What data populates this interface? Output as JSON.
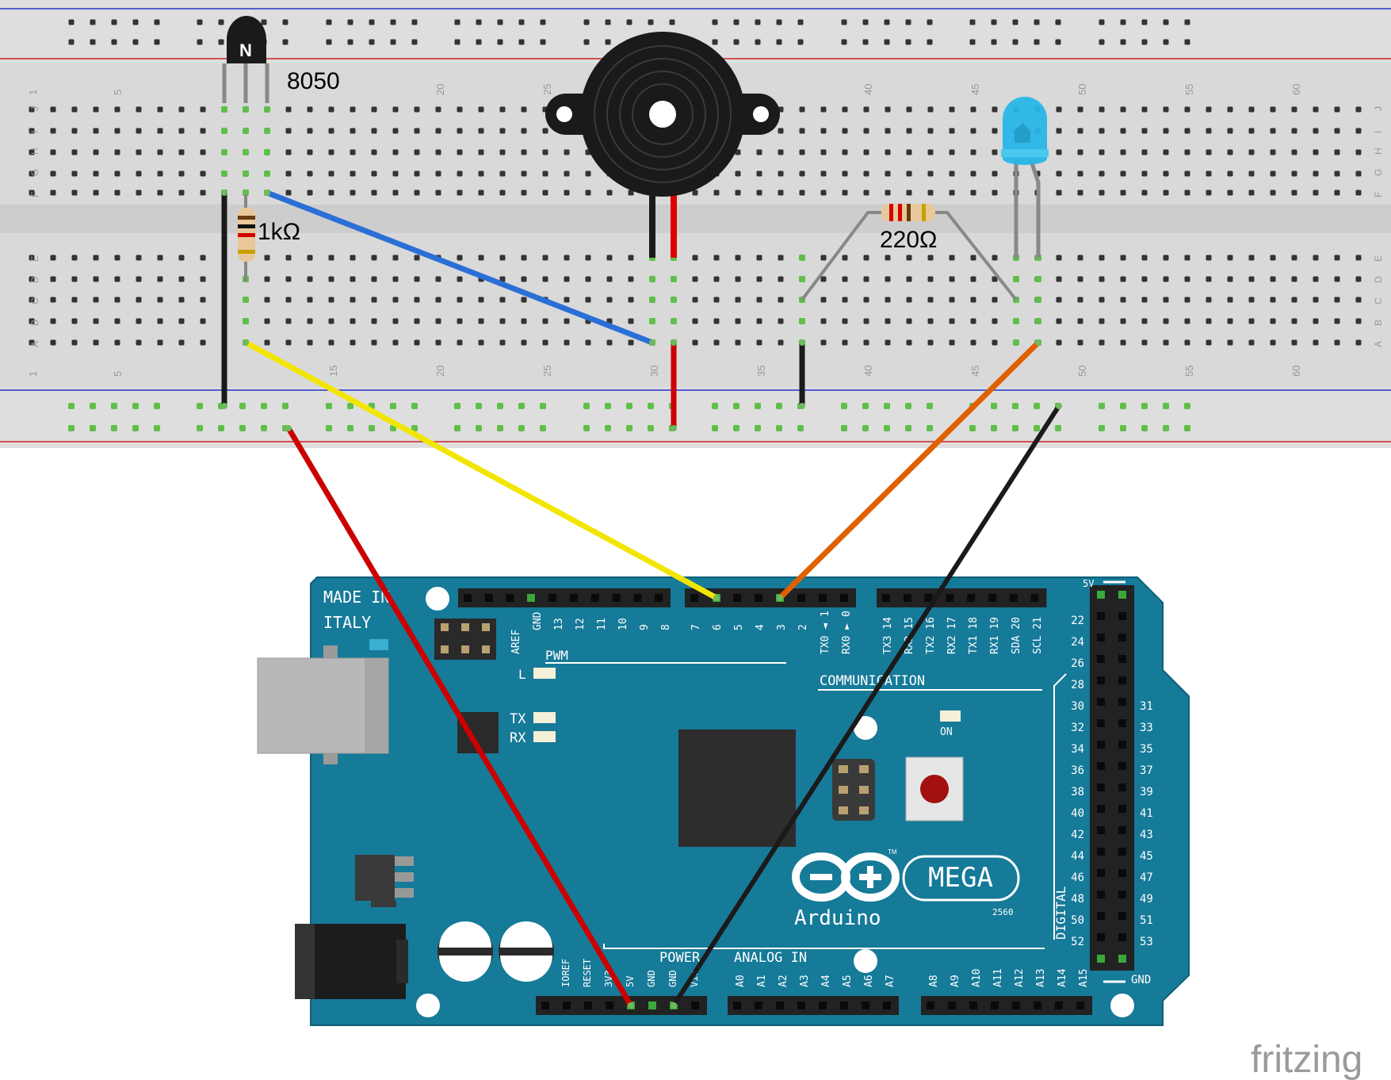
{
  "labels": {
    "transistor": "8050",
    "transistor_mark": "N",
    "resistor_1": "1kΩ",
    "resistor_2": "220Ω",
    "watermark": "fritzing"
  },
  "breadboard": {
    "columns_top": [
      "1",
      "5",
      "20",
      "25",
      "40",
      "45",
      "50",
      "55",
      "60"
    ],
    "columns_bottom": [
      "1",
      "5",
      "15",
      "20",
      "25",
      "30",
      "35",
      "40",
      "45",
      "50",
      "55",
      "60"
    ],
    "rows_top": [
      "J",
      "I",
      "H",
      "G",
      "F"
    ],
    "rows_bottom": [
      "E",
      "D",
      "C",
      "B",
      "A"
    ]
  },
  "board": {
    "made_in_1": "MADE IN",
    "made_in_2": "ITALY",
    "pwm": "PWM",
    "communication": "COMMUNICATION",
    "led_l": "L",
    "led_tx": "TX",
    "led_rx": "RX",
    "led_on": "ON",
    "power": "POWER",
    "analog_in": "ANALOG IN",
    "digital": "DIGITAL",
    "logo_name": "Arduino",
    "model": "MEGA",
    "model_number": "2560",
    "tm": "TM",
    "pin_5v_top": "5V",
    "pin_gnd_right": "GND",
    "top_header_pins": [
      "AREF",
      "GND",
      "13",
      "12",
      "11",
      "10",
      "9",
      "8",
      "7",
      "6",
      "5",
      "4",
      "3",
      "2",
      "TX0 ◄ 1",
      "RX0 ► 0",
      "TX3 14",
      "RX3 15",
      "TX2 16",
      "RX2 17",
      "TX1 18",
      "RX1 19",
      "SDA 20",
      "SCL 21"
    ],
    "power_pins": [
      "IOREF",
      "RESET",
      "3V3",
      "5V",
      "GND",
      "GND",
      "Vin"
    ],
    "analog_pins": [
      "A0",
      "A1",
      "A2",
      "A3",
      "A4",
      "A5",
      "A6",
      "A7",
      "A8",
      "A9",
      "A10",
      "A11",
      "A12",
      "A13",
      "A14",
      "A15"
    ],
    "digital_left": [
      "22",
      "24",
      "26",
      "28",
      "30",
      "32",
      "34",
      "36",
      "38",
      "40",
      "42",
      "44",
      "46",
      "48",
      "50",
      "52"
    ],
    "digital_right": [
      "31",
      "33",
      "35",
      "37",
      "39",
      "41",
      "43",
      "45",
      "47",
      "49",
      "51",
      "53"
    ]
  },
  "colors": {
    "board": "#167a99",
    "breadboard": "#dcdcdc",
    "wire_red": "#cc0000",
    "wire_black": "#1a1a1a",
    "wire_yellow": "#f2e600",
    "wire_blue": "#2a6fd6",
    "wire_orange": "#e06000",
    "led": "#29b6e8"
  }
}
